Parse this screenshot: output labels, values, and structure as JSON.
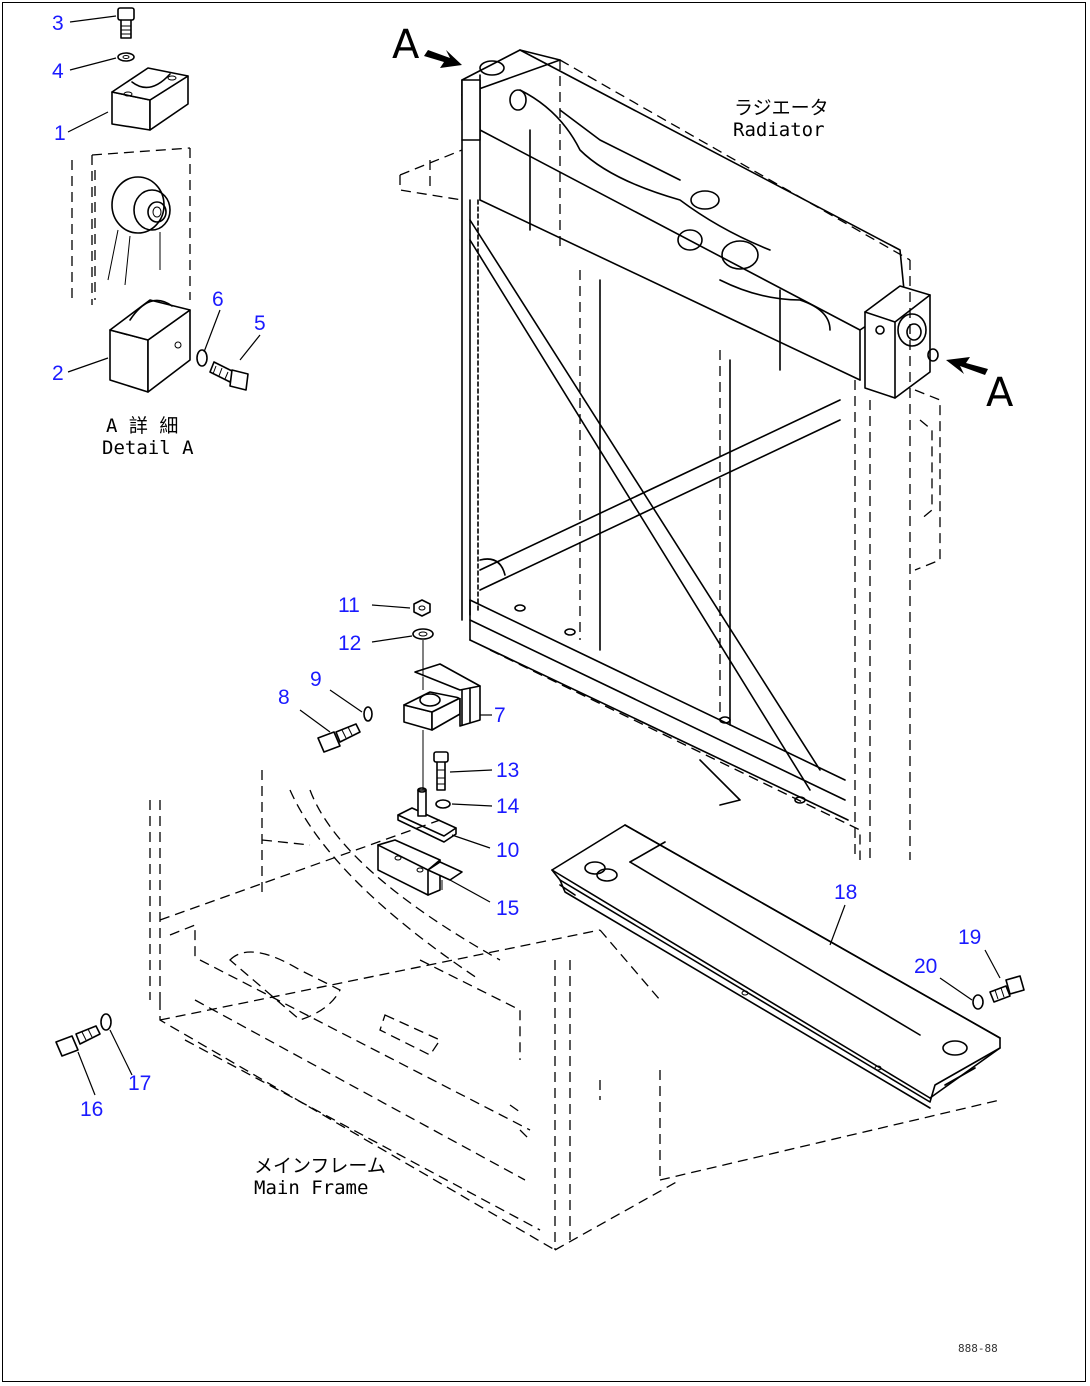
{
  "labels": {
    "radiator_jp": "ラジエータ",
    "radiator_en": "Radiator",
    "detail_jp": "A 詳 細",
    "detail_en": "Detail A",
    "frame_jp": "メインフレーム",
    "frame_en": "Main Frame",
    "view_a": "A",
    "drawing_code": "888-88"
  },
  "callouts": [
    {
      "id": "p1",
      "text": "1"
    },
    {
      "id": "p2",
      "text": "2"
    },
    {
      "id": "p3",
      "text": "3"
    },
    {
      "id": "p4",
      "text": "4"
    },
    {
      "id": "p5",
      "text": "5"
    },
    {
      "id": "p6",
      "text": "6"
    },
    {
      "id": "p7",
      "text": "7"
    },
    {
      "id": "p8",
      "text": "8"
    },
    {
      "id": "p9",
      "text": "9"
    },
    {
      "id": "p10",
      "text": "10"
    },
    {
      "id": "p11",
      "text": "11"
    },
    {
      "id": "p12",
      "text": "12"
    },
    {
      "id": "p13",
      "text": "13"
    },
    {
      "id": "p14",
      "text": "14"
    },
    {
      "id": "p15",
      "text": "15"
    },
    {
      "id": "p16",
      "text": "16"
    },
    {
      "id": "p17",
      "text": "17"
    },
    {
      "id": "p18",
      "text": "18"
    },
    {
      "id": "p19",
      "text": "19"
    },
    {
      "id": "p20",
      "text": "20"
    }
  ],
  "colors": {
    "callout": "#1a1aff",
    "line": "#000000",
    "background": "#ffffff"
  }
}
